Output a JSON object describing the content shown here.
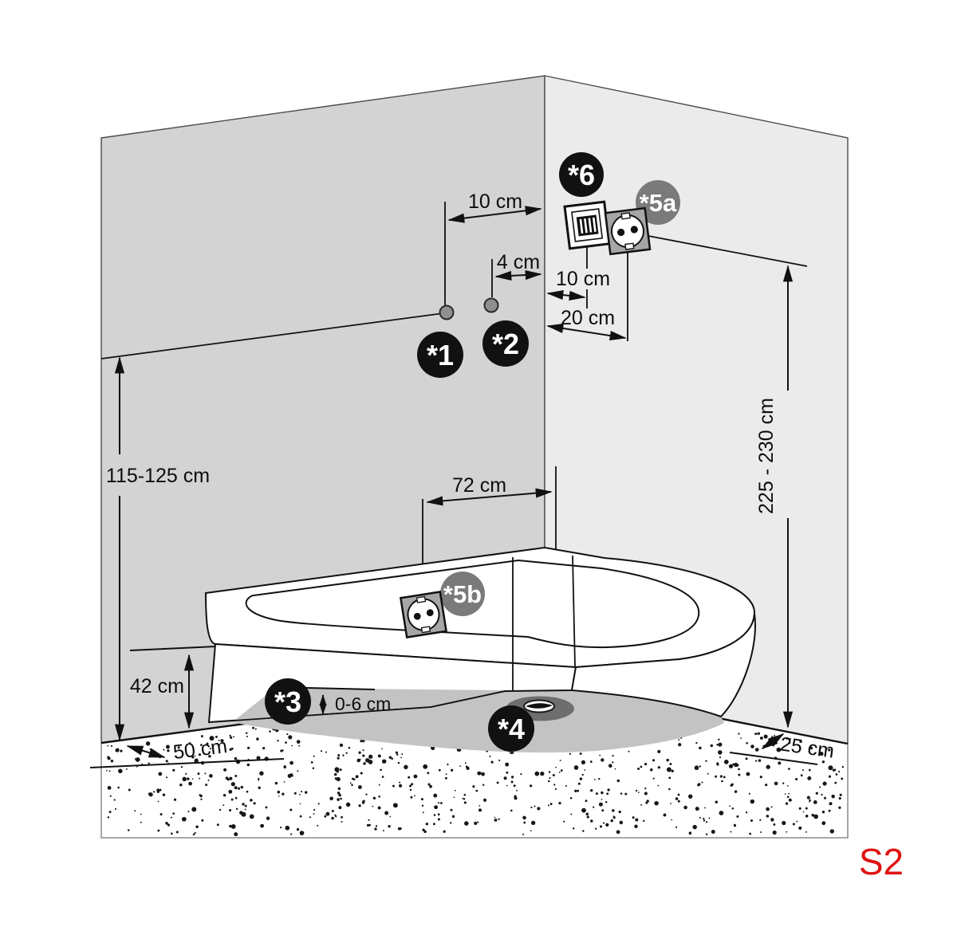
{
  "figure_label": "S2",
  "badges": {
    "b1": "*1",
    "b2": "*2",
    "b3": "*3",
    "b4": "*4",
    "b5a": "*5a",
    "b5b": "*5b",
    "b6": "*6"
  },
  "dimensions": {
    "left_offset_10": "10 cm",
    "left_offset_4": "4 cm",
    "connection_height": "115-125 cm",
    "switch_offset_10": "10 cm",
    "socket_offset_20": "20 cm",
    "socket_height": "225 - 230 cm",
    "rim_socket_offset": "72 cm",
    "rim_height": "42 cm",
    "feet_range": "0-6 cm",
    "floor_left_clearance": "50 cm",
    "floor_right_clearance": "25 cm"
  },
  "icons": {
    "switch": "light-switch-icon",
    "socket_wall": "power-socket-icon",
    "socket_tub": "power-socket-icon",
    "drain": "drain-icon"
  },
  "colors": {
    "wall_left": "#d3d3d3",
    "wall_right": "#ebebeb",
    "shadow": "#c3c3c3",
    "badge_black": "#111111",
    "badge_gray": "#7a7a7a",
    "socket_gray": "#a6a6a6",
    "drain_gray": "#6e6e6e",
    "label_red": "#e01212"
  }
}
